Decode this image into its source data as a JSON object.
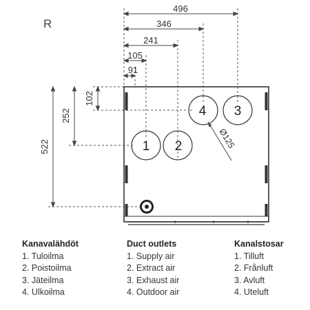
{
  "side_label": "R",
  "dimensions": {
    "w496": "496",
    "w346": "346",
    "w241": "241",
    "w105": "105",
    "w91": "91",
    "h102": "102",
    "h252": "252",
    "h522": "522",
    "diameter": "Ø125"
  },
  "outlets": [
    "1",
    "2",
    "3",
    "4"
  ],
  "legends": [
    {
      "heading": "Kanavalähdöt",
      "items": [
        "1. Tuloilma",
        "2. Poistoilma",
        "3. Jäteilma",
        "4. Ulkoilma"
      ]
    },
    {
      "heading": "Duct outlets",
      "items": [
        "1. Supply air",
        "2. Extract air",
        "3. Exhaust air",
        "4. Outdoor air"
      ]
    },
    {
      "heading": "Kanalstosar",
      "items": [
        "1. Tilluft",
        "2. Frånluft",
        "3. Avluft",
        "4. Uteluft"
      ]
    }
  ],
  "colors": {
    "line": "#333333",
    "dash": "#555555"
  }
}
